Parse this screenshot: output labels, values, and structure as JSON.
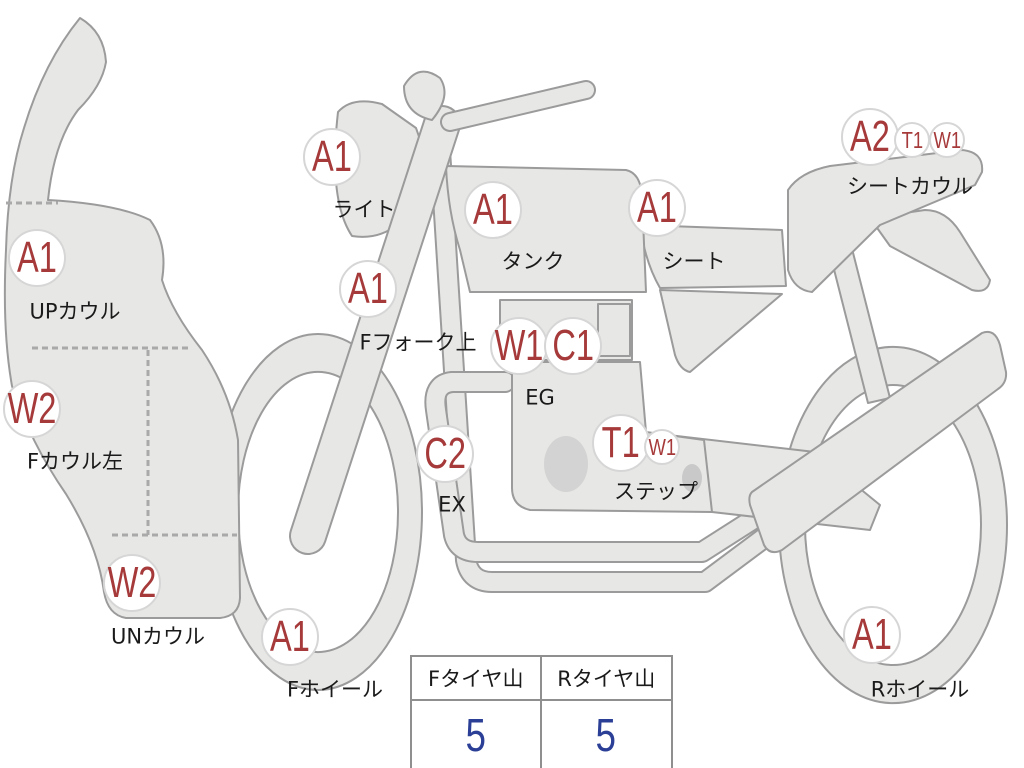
{
  "markers": [
    {
      "codes": [
        "A1"
      ],
      "part": "ライト"
    },
    {
      "codes": [
        "A1"
      ],
      "part": "タンク"
    },
    {
      "codes": [
        "A1"
      ],
      "part": "シート"
    },
    {
      "codes": [
        "A2",
        "T1",
        "W1"
      ],
      "part": "シートカウル"
    },
    {
      "codes": [
        "A1"
      ],
      "part": "UPカウル"
    },
    {
      "codes": [
        "A1"
      ],
      "part": "Fフォーク上"
    },
    {
      "codes": [
        "W1",
        "C1"
      ],
      "part": "EG"
    },
    {
      "codes": [
        "W2"
      ],
      "part": "Fカウル左"
    },
    {
      "codes": [
        "C2"
      ],
      "part": "EX"
    },
    {
      "codes": [
        "T1",
        "W1"
      ],
      "part": "ステップ"
    },
    {
      "codes": [
        "W2"
      ],
      "part": "UNカウル"
    },
    {
      "codes": [
        "A1"
      ],
      "part": "Fホイール"
    },
    {
      "codes": [
        "A1"
      ],
      "part": "Rホイール"
    }
  ],
  "tire_tread": {
    "headers": [
      "Fタイヤ山",
      "Rタイヤ山"
    ],
    "values": [
      "5",
      "5"
    ]
  },
  "colors": {
    "body_fill": "#e7e7e5",
    "body_stroke": "#9b9b9b",
    "code_text": "#a63a3a",
    "value_text": "#2b3f96",
    "badge_border": "#d6d6d6",
    "label_text": "#1a1a1a"
  }
}
